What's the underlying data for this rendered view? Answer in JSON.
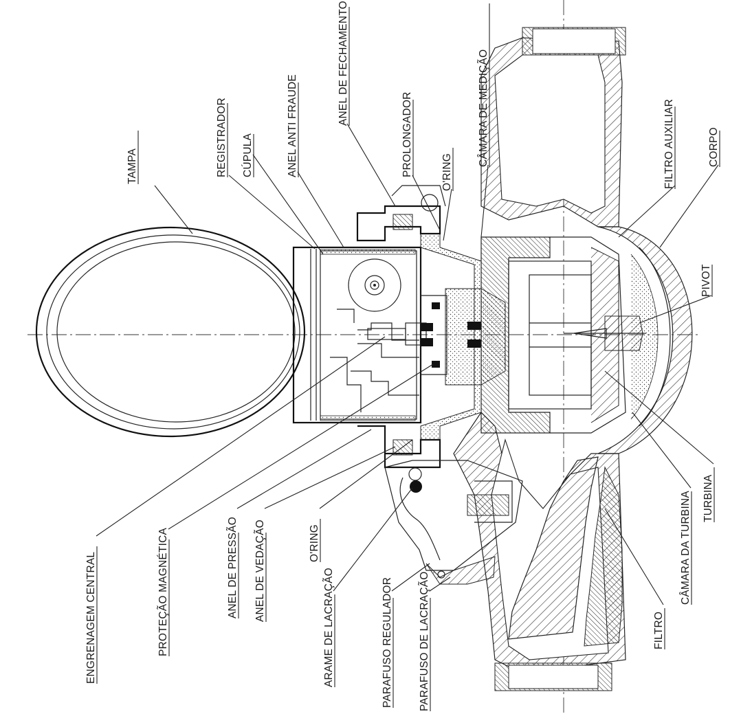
{
  "labels": {
    "tampa": "TAMPA",
    "registrador": "REGISTRADOR",
    "cupula": "CÚPULA",
    "anel_anti_fraude": "ANEL ANTI FRAUDE",
    "anel_de_fechamento": "ANEL DE FECHAMENTO",
    "prolongador": "PROLONGADOR",
    "oring_top": "O'RING",
    "camara_de_medicao": "CÂMARA DE MEDIÇÃO",
    "filtro_auxiliar": "FILTRO AUXILIAR",
    "corpo": "CORPO",
    "pivot": "PIVOT",
    "turbina": "TURBINA",
    "camara_da_turbina": "CÂMARA DA TURBINA",
    "filtro": "FILTRO",
    "engrenagem_central": "ENGRENAGEM CENTRAL",
    "protecao_magnetica": "PROTEÇÃO MAGNÉTICA",
    "anel_de_pressao": "ANEL DE PRESSÃO",
    "anel_de_vedacao": "ANEL DE VEDAÇÃO",
    "oring_bottom": "O'RING",
    "arame_de_lacracao": "ARAME DE LACRAÇÃO",
    "parafuso_regulador": "PARAFUSO REGULADOR",
    "parafuso_de_lacracao": "PARAFUSO DE LACRAÇÃO"
  },
  "colors": {
    "ink": "#222222",
    "background": "#ffffff"
  }
}
